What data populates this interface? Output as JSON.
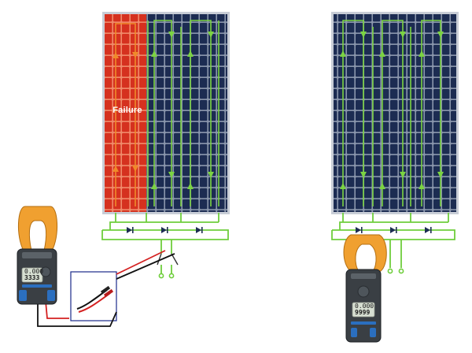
{
  "labels": {
    "failure": "Failure"
  },
  "meters": {
    "left": {
      "display_top": "0.000",
      "display_main": "3333"
    },
    "right": {
      "display_top": "0.000",
      "display_main": "9999"
    }
  },
  "colors": {
    "background": "#ffffff",
    "cell": "#1c2c52",
    "cell_border": "#8a96ac",
    "failure_fill": "#d5311f",
    "current_path": "#7bd342",
    "failure_arrow": "#f08a2a",
    "wiring": "#6fce3c",
    "meter_body": "#3a3f44",
    "meter_accent": "#f0a030",
    "lead_red": "#d42121",
    "lead_black": "#111111",
    "inset_border": "#1a2a8a"
  },
  "icons": [
    "bypass-diode-icon",
    "switch-icon",
    "clamp-meter-icon",
    "test-leads-icon"
  ]
}
